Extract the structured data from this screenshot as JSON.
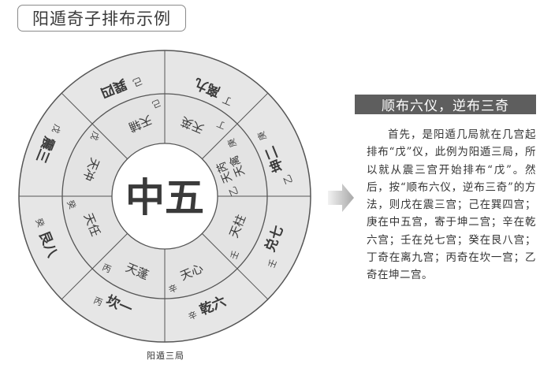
{
  "title": "阳遁奇子排布示例",
  "diagram": {
    "center_label": "中五",
    "caption": "阳遁三局",
    "colors": {
      "ring_fill": "#e6e6e6",
      "inner_fill": "#ffffff",
      "line": "#555555",
      "center_text": "#5a5a5a"
    },
    "sectors": [
      {
        "palace": "巽四",
        "palace_stem": "己",
        "star": "天辅",
        "star_stem": "己"
      },
      {
        "palace": "离九",
        "palace_stem": "丁",
        "star": "天英",
        "star_stem": "丁"
      },
      {
        "palace": "坤二",
        "palace_stem": "庚",
        "palace_stem2": "乙",
        "star": "天芮",
        "star2": "天禽",
        "star_stem": "庚",
        "star_stem2": "乙"
      },
      {
        "palace": "兑七",
        "palace_stem": "壬",
        "star": "天柱",
        "star_stem": "壬"
      },
      {
        "palace": "乾六",
        "palace_stem": "辛",
        "star": "天心",
        "star_stem": "辛"
      },
      {
        "palace": "坎一",
        "palace_stem": "丙",
        "star": "天蓬",
        "star_stem": "丙"
      },
      {
        "palace": "艮八",
        "palace_stem": "癸",
        "star": "天任",
        "star_stem": "癸"
      },
      {
        "palace": "震三",
        "palace_stem": "戊",
        "star": "天冲",
        "star_stem": "戊"
      }
    ]
  },
  "side_panel": {
    "heading": "顺布六仪，逆布三奇",
    "body": "首先，是阳遁几局就在几宫起排布“戊”仪，此例为阳遁三局，所以就从震三宫开始排布“戊”。然后，按“顺布六仪，逆布三奇”的方法，则戊在震三宫；己在巽四宫；庚在中五宫，寄于坤二宫；辛在乾六宫；壬在兑七宫；癸在艮八宫；丁奇在离九宫；丙奇在坎一宫；乙奇在坤二宫。"
  }
}
